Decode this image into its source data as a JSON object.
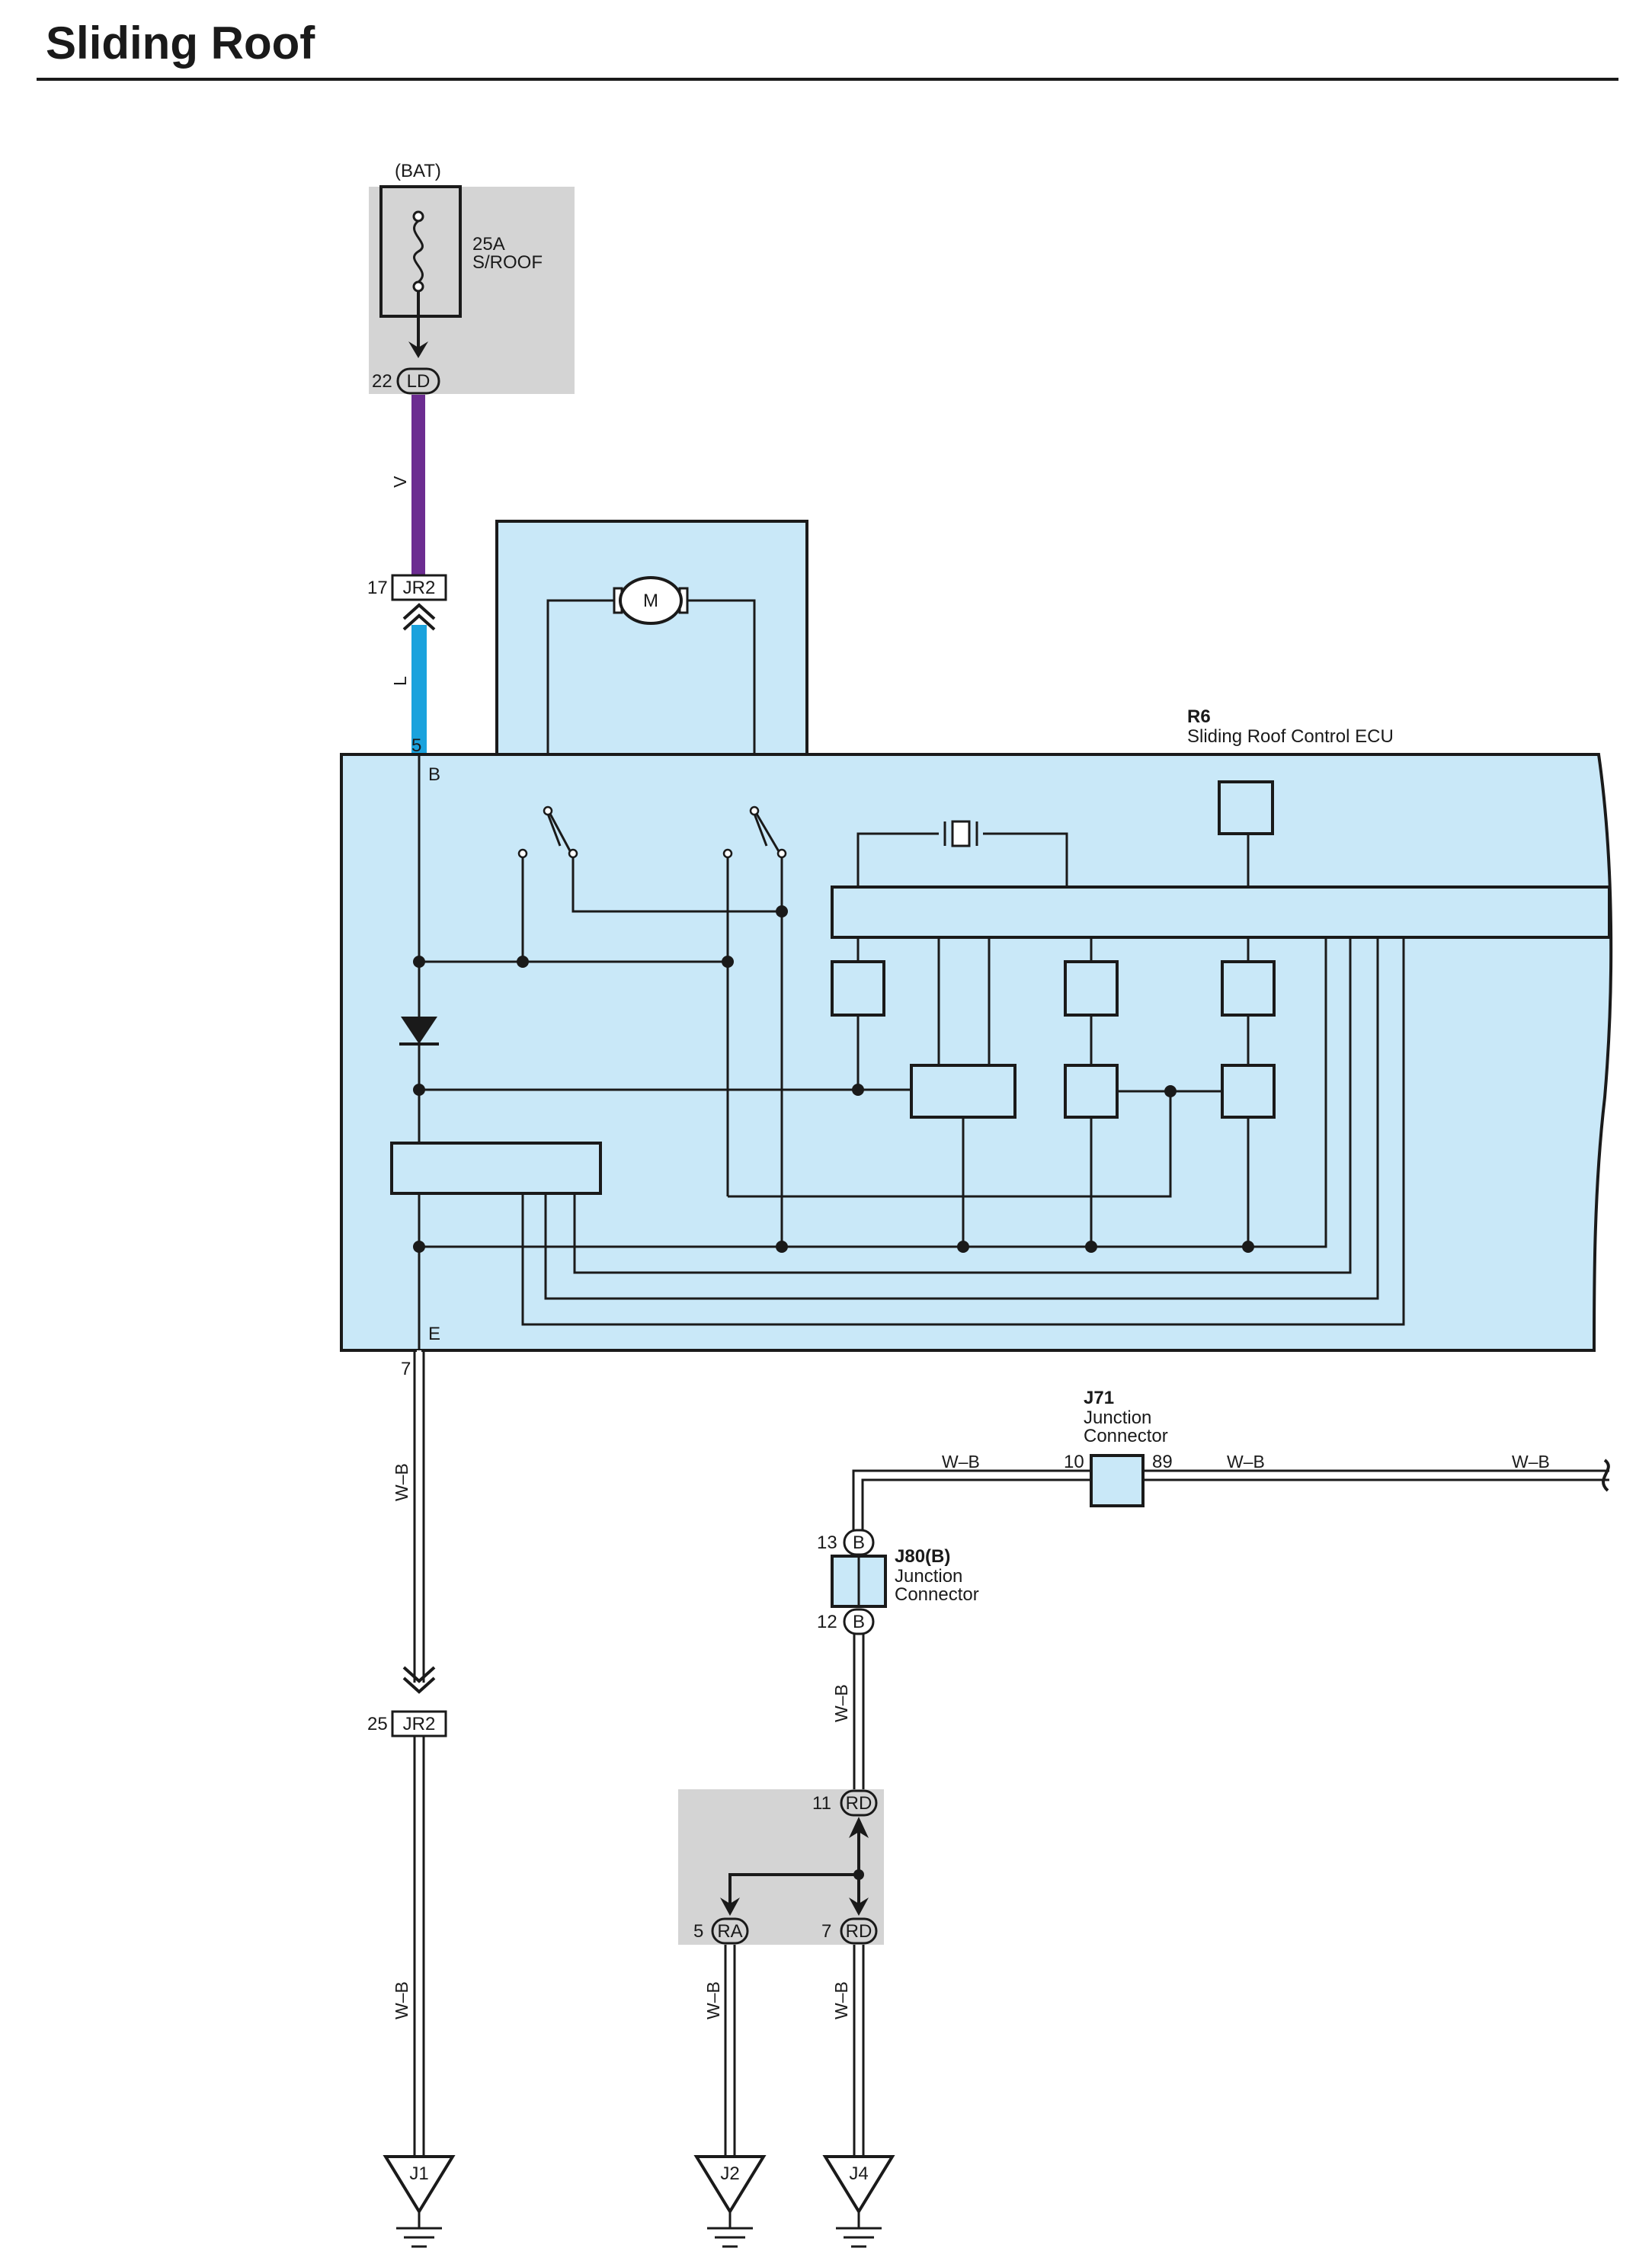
{
  "title": "Sliding Roof",
  "power": {
    "source": "(BAT)",
    "fuse_rating": "25A",
    "fuse_name": "S/ROOF",
    "pin": "22",
    "connector": "LD"
  },
  "wires": {
    "violet": "V",
    "blue": "L",
    "wb": "W–B"
  },
  "junction_jr2_top": {
    "pin": "17",
    "connector": "JR2"
  },
  "junction_jr2_bottom": {
    "pin": "25",
    "connector": "JR2"
  },
  "ecu": {
    "code": "R6",
    "name": "Sliding Roof Control ECU",
    "pin_b_num": "5",
    "pin_b": "B",
    "pin_e": "E",
    "pin_e_num": "7",
    "motor": "M"
  },
  "j71": {
    "code": "J71",
    "line1": "Junction",
    "line2": "Connector",
    "pin_in": "10",
    "pin_out": "89"
  },
  "j80": {
    "code": "J80(B)",
    "line1": "Junction",
    "line2": "Connector",
    "pin_top": "13",
    "pin_bottom": "12",
    "conn": "B"
  },
  "rd_block": {
    "top_pin": "11",
    "top_conn": "RD",
    "left_pin": "5",
    "left_conn": "RA",
    "right_pin": "7",
    "right_conn": "RD"
  },
  "grounds": {
    "g1": "J1",
    "g2": "J2",
    "g4": "J4"
  },
  "colors": {
    "ecu_fill": "#c9e8f8",
    "block_fill": "#d4d4d4",
    "wire_violet": "#6c2c91",
    "wire_blue": "#1aa2dd",
    "ink": "#1a1a1a"
  }
}
